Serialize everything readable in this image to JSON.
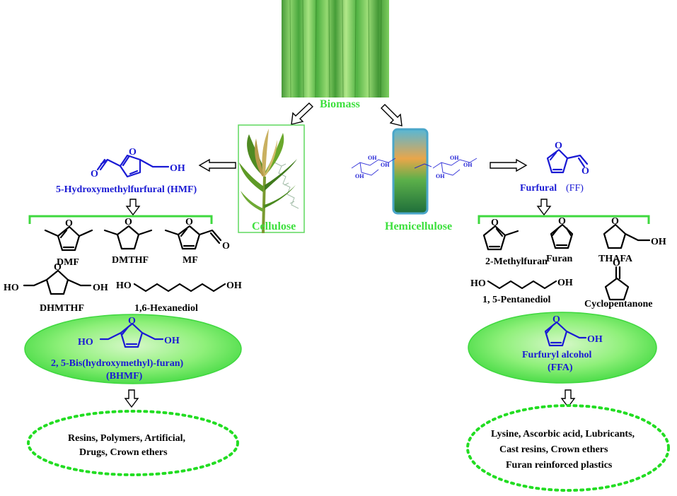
{
  "labels": {
    "biomass": "Biomass",
    "cellulose": "Cellulose",
    "hemicellulose": "Hemicellulose",
    "hmf": "5-Hydroxymethylfurfural (HMF)",
    "ff": "Furfural",
    "ff_abbr": "(FF)",
    "dmf": "DMF",
    "dmthf": "DMTHF",
    "mf": "MF",
    "dhmthf": "DHMTHF",
    "hexanediol": "1,6-Hexanediol",
    "methylfuran": "2-Methylfuran",
    "furan": "Furan",
    "thafa": "THAFA",
    "pentanediol": "1, 5-Pentanediol",
    "cyclopentanone": "Cyclopentanone",
    "bhmf_line1": "2, 5-Bis(hydroxymethyl)-furan)",
    "bhmf_line2": "(BHMF)",
    "ffa_line1": "Furfuryl alcohol",
    "ffa_line2": "(FFA)",
    "uses_left_1": "Resins, Polymers, Artificial,",
    "uses_left_2": "Drugs, Crown ethers",
    "uses_right_1": "Lysine, Ascorbic acid, Lubricants,",
    "uses_right_2": "Cast resins, Crown ethers",
    "uses_right_3": "Furan reinforced plastics"
  },
  "atoms": {
    "o": "O",
    "oh": "OH",
    "ho": "HO"
  },
  "colors": {
    "green_label": "#3ee03e",
    "blue_structure": "#1a1ad4",
    "ellipse_fill": "#5fe85f",
    "bracket": "#3fd83f",
    "dotted": "#22dd22"
  }
}
